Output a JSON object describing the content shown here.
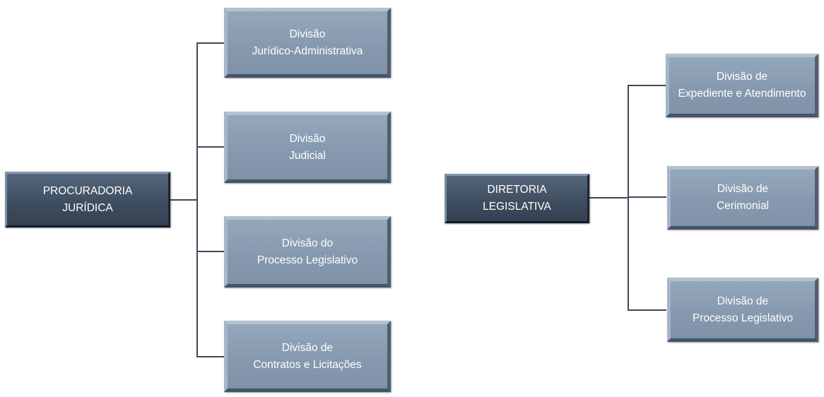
{
  "left_tree": {
    "root": {
      "line1": "PROCURADORIA",
      "line2": "JURÍDICA"
    },
    "children": [
      {
        "line1": "Divisão",
        "line2": "Jurídico-Administrativa"
      },
      {
        "line1": "Divisão",
        "line2": "Judicial"
      },
      {
        "line1": "Divisão do",
        "line2": "Processo Legislativo"
      },
      {
        "line1": "Divisão de",
        "line2": "Contratos e Licitações"
      }
    ]
  },
  "right_tree": {
    "root": {
      "line1": "DIRETORIA",
      "line2": "LEGISLATIVA"
    },
    "children": [
      {
        "line1": "Divisão de",
        "line2": "Expediente e Atendimento"
      },
      {
        "line1": "Divisão de",
        "line2": "Cerimonial"
      },
      {
        "line1": "Divisão de",
        "line2": "Processo Legislativo"
      }
    ]
  }
}
